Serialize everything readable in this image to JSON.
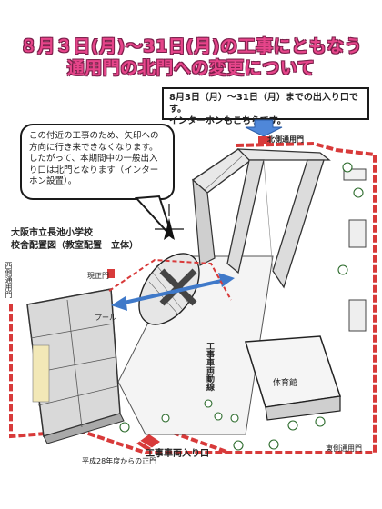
{
  "title": {
    "line1": "８月３日(月)〜31日(月)の工事にともなう",
    "line2": "通用門の北門への変更について"
  },
  "notice": {
    "line1": "8月3日（月）〜31日（月）までの出入り口です。",
    "line2": "インターホンもこちらです。"
  },
  "bubble": {
    "text": "この付近の工事のため、矢印への方向に行き来できなくなります。したがって、本期間中の一般出入り口は北門となります（インターホン設置）。"
  },
  "school": {
    "name": "大阪市立長池小学校",
    "subtitle": "校舎配置図（教室配置　立体）"
  },
  "labels": {
    "north_gate": "北側通用門",
    "current_gate": "現正門",
    "west_gate": "西側通用門",
    "east_gate": "東側通用門",
    "vehicle_entrance": "工事車両入り口",
    "front_gate_h28": "平成28年度からの正門",
    "gym": "体育館",
    "pool": "プール",
    "construction": "工事車両動線"
  },
  "colors": {
    "title_pink": "#e6458a",
    "fence_red": "#d83a3a",
    "arrow_blue": "#3f79c9",
    "building": "#d9d9d9"
  }
}
